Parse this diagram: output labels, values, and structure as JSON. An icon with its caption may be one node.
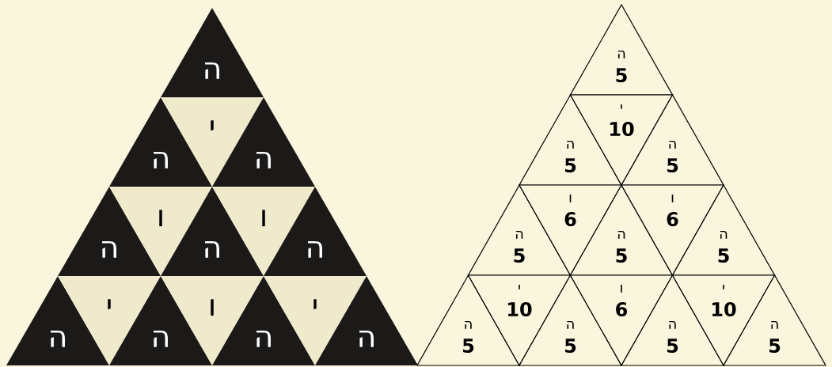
{
  "diagram": {
    "nodes": [
      {
        "text": [
          "ה"
        ]
      },
      {
        "text": [
          "ה"
        ]
      },
      {
        "text": [
          "י"
        ]
      },
      {
        "text": [
          "ה"
        ]
      },
      {
        "text": [
          "ה"
        ]
      },
      {
        "text": [
          "ו"
        ]
      },
      {
        "text": [
          "ה"
        ]
      },
      {
        "text": [
          "ו"
        ]
      },
      {
        "text": [
          "ה"
        ]
      },
      {
        "text": [
          "ה"
        ]
      },
      {
        "text": [
          "י"
        ]
      },
      {
        "text": [
          "ה"
        ]
      },
      {
        "text": [
          "ו"
        ]
      },
      {
        "text": [
          "ה"
        ]
      },
      {
        "text": [
          "י"
        ]
      },
      {
        "text": [
          "ה"
        ]
      },
      {
        "text": [
          "ה",
          "5"
        ]
      },
      {
        "text": [
          "ה",
          "5"
        ]
      },
      {
        "text": [
          "י",
          "10"
        ]
      },
      {
        "text": [
          "ה",
          "5"
        ]
      },
      {
        "text": [
          "ה",
          "5"
        ]
      },
      {
        "text": [
          "ו",
          "6"
        ]
      },
      {
        "text": [
          "ה",
          "5"
        ]
      },
      {
        "text": [
          "ו",
          "6"
        ]
      },
      {
        "text": [
          "ה",
          "5"
        ]
      },
      {
        "text": [
          "ה",
          "5"
        ]
      },
      {
        "text": [
          "י",
          "10"
        ]
      },
      {
        "text": [
          "ה",
          "5"
        ]
      },
      {
        "text": [
          "ו",
          "6"
        ]
      },
      {
        "text": [
          "ה",
          "5"
        ]
      },
      {
        "text": [
          "י",
          "10"
        ]
      },
      {
        "text": [
          "ה",
          "5"
        ]
      }
    ]
  }
}
